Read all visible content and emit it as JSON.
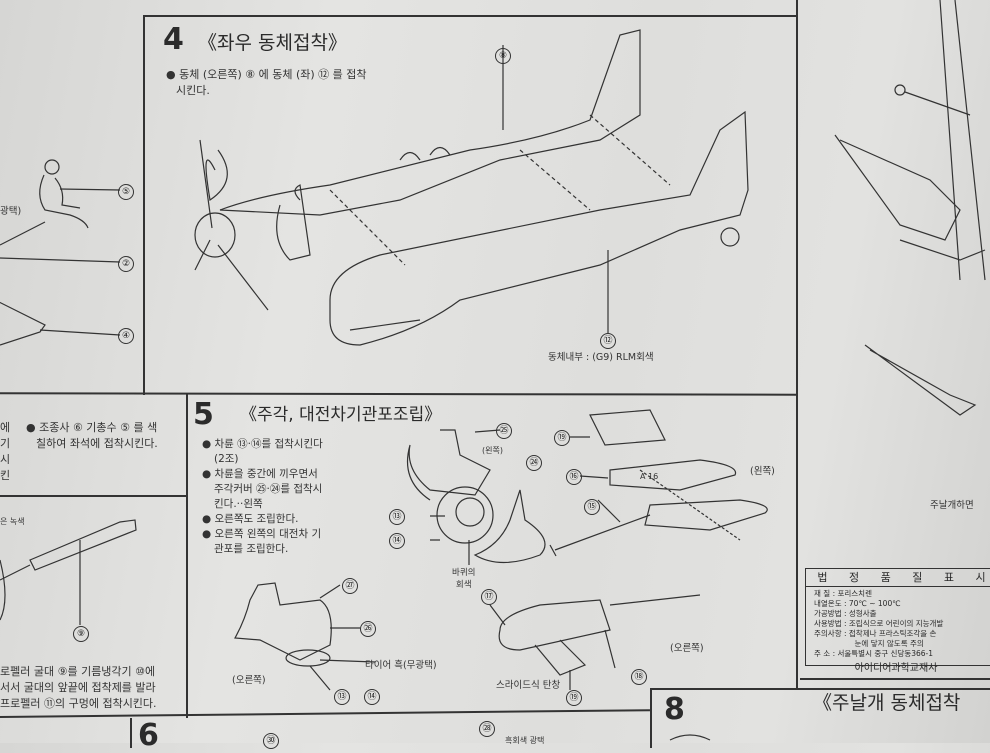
{
  "left_column": {
    "label_gloss": "광택)",
    "part_numbers": [
      "⑤",
      "②",
      "④",
      "⑨"
    ],
    "text_fragment_top": [
      "에",
      "기",
      "시킨"
    ],
    "pilot_instruction": [
      "● 조종사 ⑥ 기총수 ⑤ 를 색",
      "칠하여 좌석에 접착시킨다."
    ],
    "color_note": "은 녹색",
    "propeller_instruction": [
      "로펠러 굴대 ⑨를 기름냉각기 ⑩에",
      "서서 굴대의 앞끝에 접착제를 발라",
      "프로펠러 ⑪의 구멍에 접착시킨다."
    ]
  },
  "step4": {
    "number": "4",
    "title": "《좌우 동체접착》",
    "instruction": [
      "● 동체 (오른쪽) ⑧ 에 동체 (좌) ⑫ 를 접착",
      "시킨다."
    ],
    "part_right": "⑧",
    "part_left": "⑫",
    "interior_color": "동체내부 : (G9) RLM회색"
  },
  "step5": {
    "number": "5",
    "title": "《주각,  대전차기관포조립》",
    "instructions": [
      "● 차륜 ⑬·⑭를  접착시킨다",
      "(2조)",
      "● 차륜을 중간에  끼우면서",
      "주각커버 ㉕·㉔를 접착시",
      "킨다.··왼쪽",
      "● 오른쪽도 조립한다.",
      "● 오른쪽 왼쪽의 대전차 기",
      "관포를 조립한다."
    ],
    "labels": {
      "left_side": "(왼쪽)",
      "left_side2": "(왼쪽)",
      "right_side": "(오른쪽)",
      "right_side2": "(오른쪽)",
      "wheel_color": [
        "바퀴의",
        "회색"
      ],
      "tire_color": "타이어 흑(무광택)",
      "slide_magazine": "스라이드식 탄창",
      "part_marking": "A 16"
    },
    "parts": [
      "㉕",
      "㉔",
      "⑬",
      "⑭",
      "⑲",
      "⑯",
      "⑮",
      "⑰",
      "⑱",
      "⑲",
      "㉗",
      "㉖",
      "⑬",
      "⑭"
    ]
  },
  "quality_label": {
    "title": "법 정 품 질 표 시",
    "rows": [
      "재      질 : 포리스치렌",
      "내열온도 : 70℃ ~ 100℃",
      "가공방법 : 성형사출",
      "사용방법 : 조립식으로 어린이의 지능개발",
      "주의사항 : 접착제나 프라스틱조각을 손",
      "                 눈에 닿지 않도록 주의",
      "주      소 : 서울특별시 중구 신당동366-1"
    ],
    "maker": "아이디어과학교재사"
  },
  "right_column": {
    "label": "주날개하면"
  },
  "step8": {
    "number": "8",
    "title": "《주날개 동체접착"
  },
  "step6": {
    "number": "6",
    "parts": [
      "㉚",
      "㉘"
    ],
    "note": "흑회색 광택"
  }
}
